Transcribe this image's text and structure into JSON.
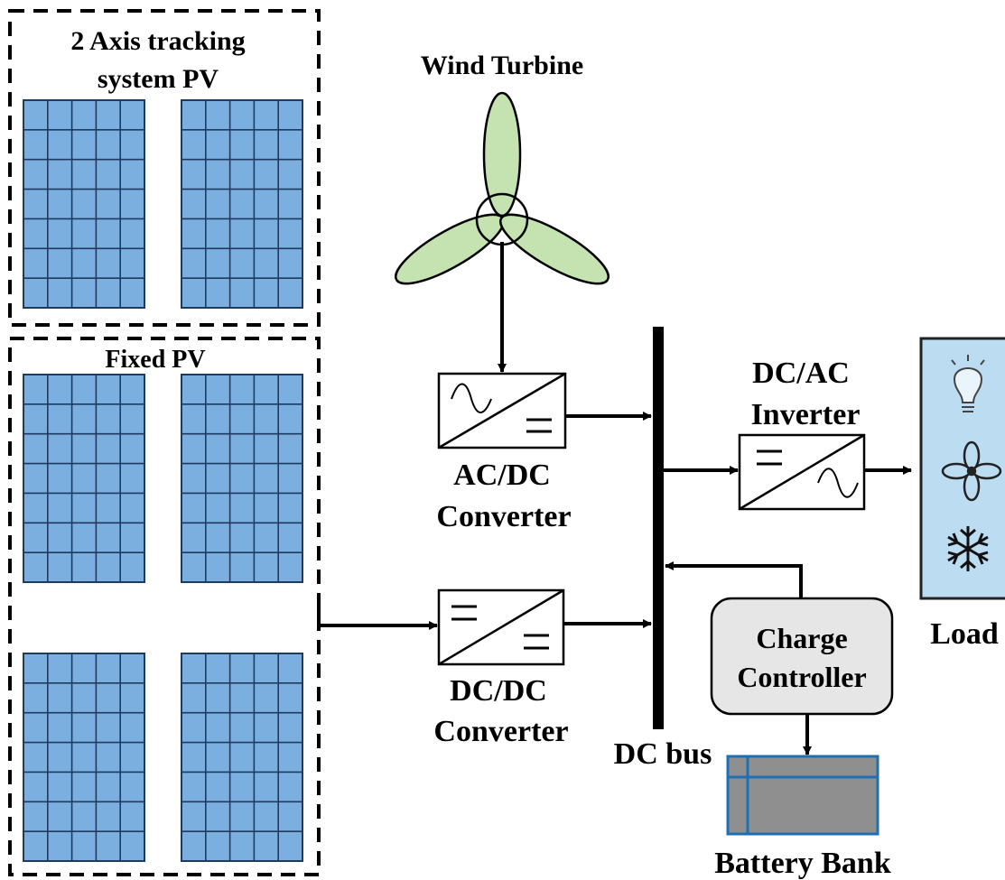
{
  "labels": {
    "tracking_pv_line1": "2 Axis tracking",
    "tracking_pv_line2": "system PV",
    "fixed_pv": "Fixed PV",
    "wind_turbine": "Wind Turbine",
    "acdc_line1": "AC/DC",
    "acdc_line2": "Converter",
    "dcdc_line1": "DC/DC",
    "dcdc_line2": "Converter",
    "dc_bus": "DC bus",
    "dcac_line1": "DC/AC",
    "dcac_line2": "Inverter",
    "charge_line1": "Charge",
    "charge_line2": "Controller",
    "battery_bank": "Battery Bank",
    "load": "Load"
  },
  "icons": {
    "load_items": [
      "bulb-icon",
      "fan-icon",
      "snowflake-icon"
    ]
  },
  "colors": {
    "pv_cell": "#7bafe0",
    "pv_grid": "#1e3a5f",
    "turbine_blade": "#c5e3b0",
    "load_panel": "#bcdcf2",
    "charge_box": "#e6e6e6",
    "battery_body": "#8f8f8f",
    "battery_trim": "#1f6fb2"
  }
}
